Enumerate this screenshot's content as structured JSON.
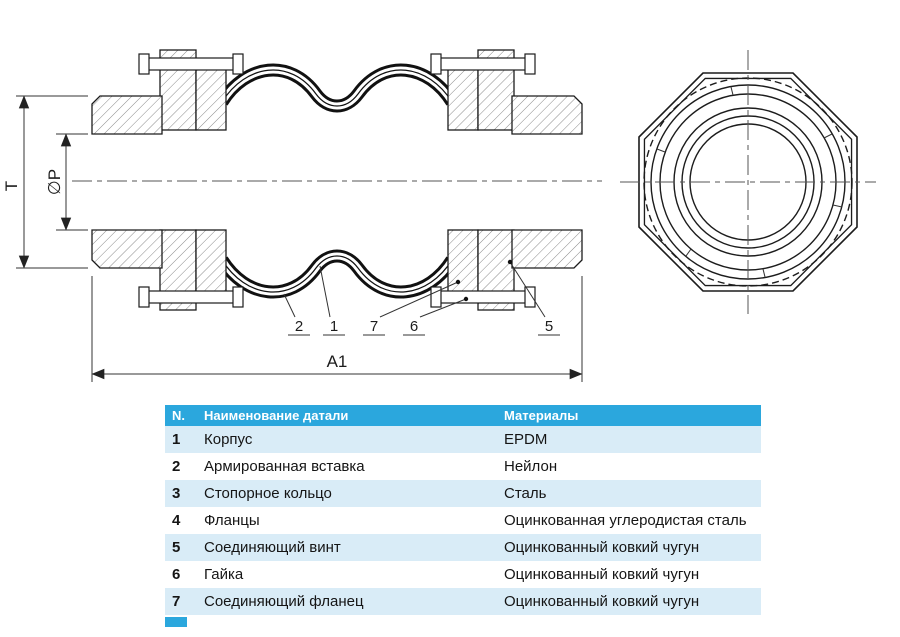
{
  "drawing": {
    "dimensions": {
      "t": "T",
      "p": "∅P",
      "a1": "A1"
    },
    "callouts": {
      "c2": "2",
      "c1": "1",
      "c7": "7",
      "c6": "6",
      "c5": "5"
    }
  },
  "table": {
    "headers": {
      "num": "N.",
      "name": "Наименование датали",
      "material": "Материалы"
    },
    "rows": [
      {
        "num": "1",
        "name": "Корпус",
        "material": "EPDM"
      },
      {
        "num": "2",
        "name": "Армированная вставка",
        "material": "Нейлон"
      },
      {
        "num": "3",
        "name": "Стопорное кольцо",
        "material": "Сталь"
      },
      {
        "num": "4",
        "name": "Фланцы",
        "material": "Оцинкованная углеродистая сталь"
      },
      {
        "num": "5",
        "name": "Соединяющий винт",
        "material": "Оцинкованный ковкий чугун"
      },
      {
        "num": "6",
        "name": "Гайка",
        "material": "Оцинкованный ковкий чугун"
      },
      {
        "num": "7",
        "name": "Соединяющий фланец",
        "material": "Оцинкованный ковкий чугун"
      }
    ],
    "colors": {
      "header_bg": "#2BA7DD",
      "row_alt_bg": "#D9ECF7",
      "line_color": "#222222"
    }
  }
}
